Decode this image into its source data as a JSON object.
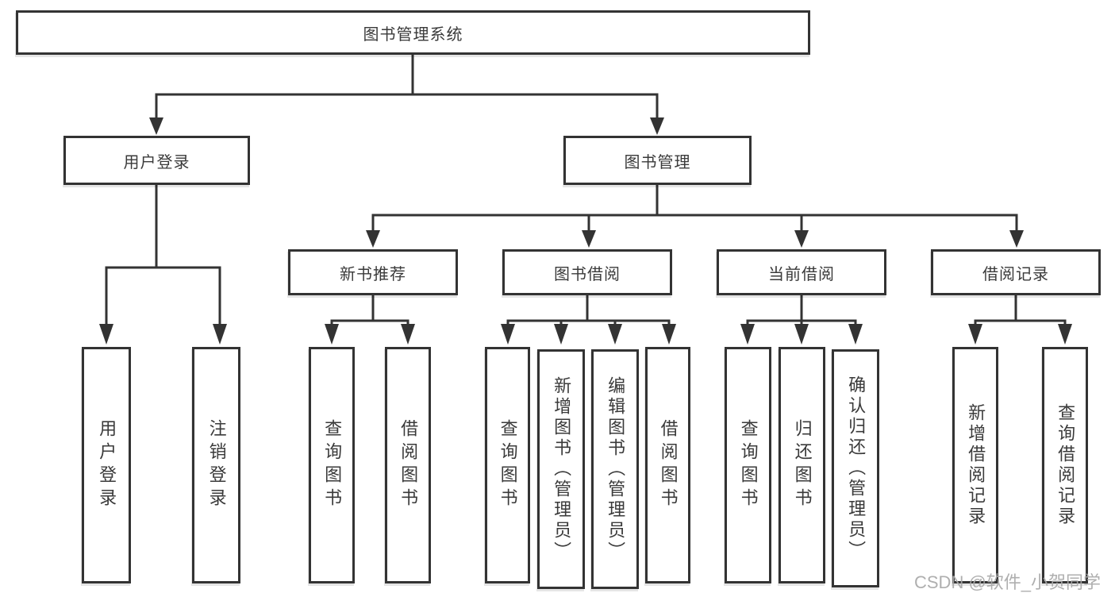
{
  "colors": {
    "line": "#333333",
    "box_border": "#333333",
    "text": "#3a3a3a",
    "watermark": "#a8a8a8",
    "background": "#ffffff"
  },
  "tree": {
    "root": "图书管理系统",
    "branches": [
      {
        "label": "用户登录",
        "leaves": [
          "用户登录",
          "注销登录"
        ]
      },
      {
        "label": "图书管理",
        "groups": [
          {
            "label": "新书推荐",
            "leaves": [
              "查询图书",
              "借阅图书"
            ]
          },
          {
            "label": "图书借阅",
            "leaves": [
              "查询图书",
              "新增图书（管理员）",
              "编辑图书（管理员）",
              "借阅图书"
            ]
          },
          {
            "label": "当前借阅",
            "leaves": [
              "查询图书",
              "归还图书",
              "确认归还（管理员）"
            ]
          },
          {
            "label": "借阅记录",
            "leaves": [
              "新增借阅记录",
              "查询借阅记录"
            ]
          }
        ]
      }
    ]
  },
  "watermark": "CSDN @软件_小贺同学"
}
